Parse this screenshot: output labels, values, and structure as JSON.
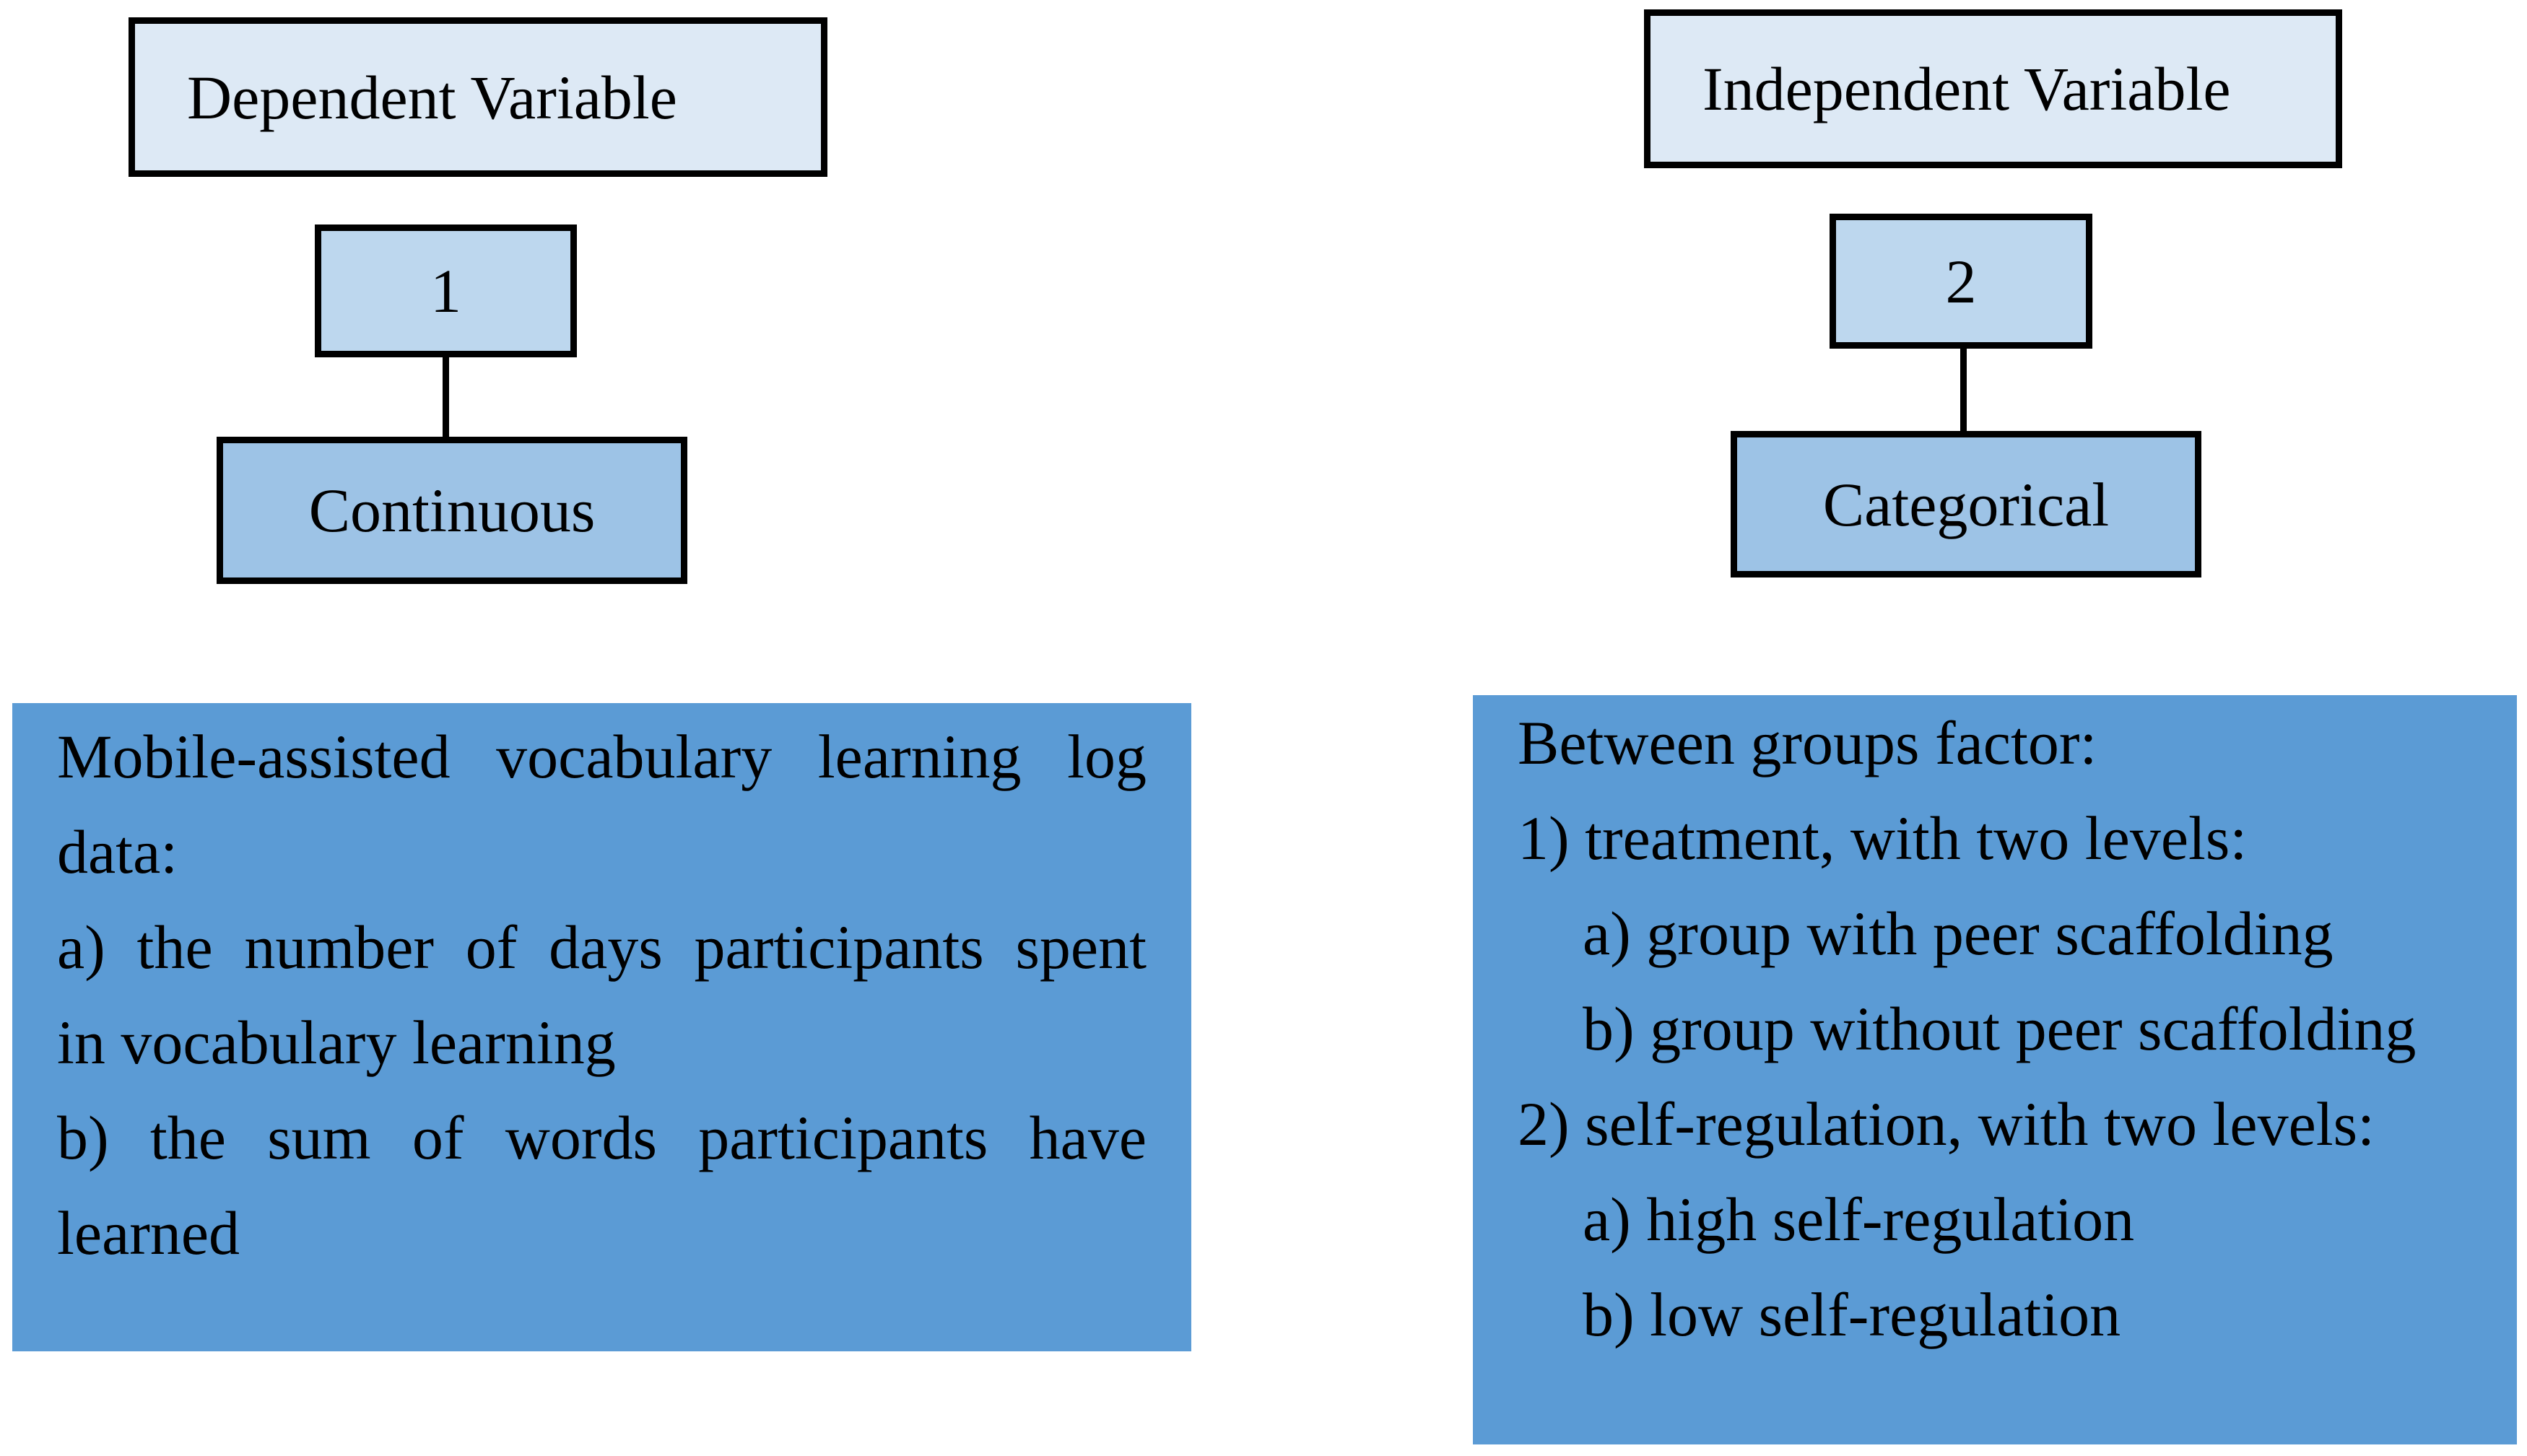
{
  "dependent": {
    "title": "Dependent Variable",
    "number": "1",
    "type": "Continuous",
    "description": {
      "heading_line1": "Mobile-assisted vocabulary learning log",
      "heading_line2": "data:",
      "item_a_line1": "a) the number of days participants spent",
      "item_a_line2": "in vocabulary learning",
      "item_b_line1": "b) the sum of words participants have",
      "item_b_line2": "learned"
    }
  },
  "independent": {
    "title": "Independent Variable",
    "number": "2",
    "type": "Categorical",
    "description": {
      "heading": "Between groups factor:",
      "factor1": "1)  treatment, with two levels:",
      "factor1_a": "a)  group with peer scaffolding",
      "factor1_b": "b) group without peer scaffolding",
      "factor2": "2) self-regulation, with two levels:",
      "factor2_a": "a) high self-regulation",
      "factor2_b": "b) low self-regulation"
    }
  }
}
